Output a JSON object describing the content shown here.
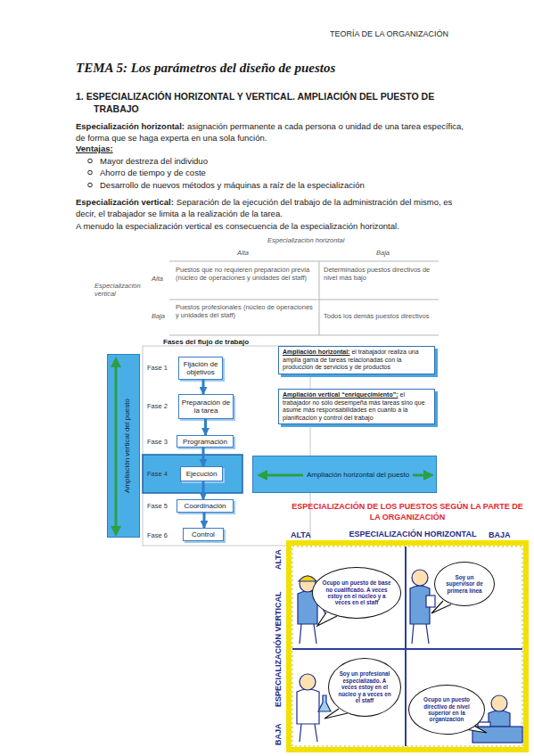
{
  "diagram": {
    "title": "TEMA 5: Los parámetros del diseño de puestos",
    "nodes": [
      {
        "text": [
          "Ampliación vertical del puesto"
        ]
      },
      {
        "text": [
          "Fijación de objetivos"
        ]
      },
      {
        "text": [
          "Preparación de la tarea"
        ]
      },
      {
        "text": [
          "Programación"
        ]
      },
      {
        "text": [
          "Ejecución"
        ]
      },
      {
        "text": [
          "Coordinación"
        ]
      },
      {
        "text": [
          "Control"
        ]
      },
      {
        "text": [
          "Ampliación horizontal:",
          "el trabajador realiza una amplia gama de tareas relacionadas con la producción de servicios y de productos"
        ]
      },
      {
        "text": [
          "Ampliación vertical “enriquecimiento”:",
          "el trabajador no sólo desempeña más tareas sino que asume más responsabilidades en cuanto a la planificación y control del trabajo"
        ]
      },
      {
        "text": [
          "Ampliación horizontal del puesto"
        ]
      },
      {
        "text": [
          "Ocupo un puesto de base no cualificado. A veces estoy en el núcleo y a veces en el staff"
        ]
      },
      {
        "text": [
          "Soy un supervisor de primera línea"
        ]
      },
      {
        "text": [
          "Soy un profesional especializado. A veces estoy en el núcleo y a veces en el staff"
        ]
      },
      {
        "text": [
          "Ocupo un puesto directivo de nivel superior en la organización"
        ]
      }
    ],
    "edges": [
      {
        "from": 1,
        "to": 2,
        "arrow": "to"
      },
      {
        "from": 2,
        "to": 3,
        "arrow": "to"
      },
      {
        "from": 3,
        "to": 4,
        "arrow": "to"
      },
      {
        "from": 4,
        "to": 5,
        "arrow": "to"
      },
      {
        "from": 5,
        "to": 6,
        "arrow": "to"
      }
    ],
    "labels": [
      "TEORÍA DE LA ORGANIZACIÓN",
      "1. ESPECIALIZACIÓN HORIZONTAL Y VERTICAL. AMPLIACIÓN DEL PUESTO DE TRABAJO",
      "Especialización horizontal:",
      "asignación permanente a cada persona o unidad de una tarea específica, de forma que se haga experta en una sola función.",
      "Ventajas:",
      "Mayor destreza del individuo",
      "Ahorro de tiempo y de coste",
      "Desarrollo de nuevos métodos y máquinas a raíz de la especialización",
      "Especialización vertical:",
      "Separación de la ejecución del trabajo de la administración del mismo, es decir, el trabajador se limita a la realización de la tarea.",
      "A menudo la especialización vertical es consecuencia de la especialización horizontal.",
      "Especialización horizontal",
      "Alta",
      "Baja",
      "Especialización vertical",
      "Alta",
      "Baja",
      "Puestos que no requieren preparación previa (núcleo de operaciones y unidades del staff)",
      "Determinados puestos directivos de nivel más bajo",
      "Puestos profesionales (núcleo de operaciones y unidades del staff)",
      "Todos los demás puestos directivos",
      "Fases del flujo de trabajo",
      "Fase 1",
      "Fase 2",
      "Fase 3",
      "Fase 4",
      "Fase 5",
      "Fase 6",
      "ESPECIALIZACIÓN DE LOS PUESTOS SEGÚN LA PARTE DE LA ORGANIZACIÓN",
      "ALTA",
      "ESPECIALIZACIÓN HORIZONTAL",
      "BAJA",
      "ESPECIALIZACIÓN VERTICAL",
      "ALTA",
      "BAJA"
    ]
  }
}
